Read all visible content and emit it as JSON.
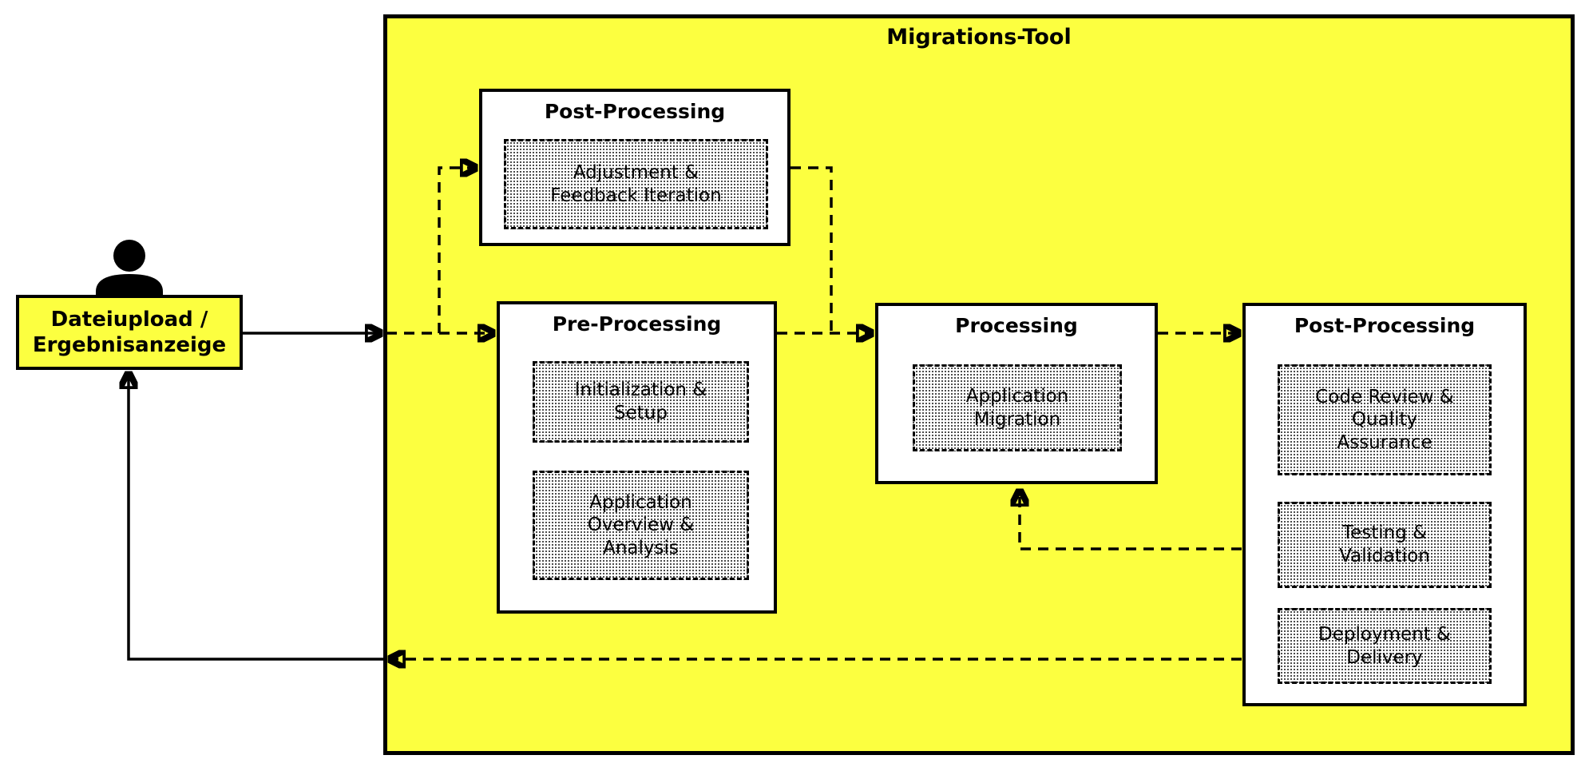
{
  "diagram_title": "Migrations-Tool",
  "actor": {
    "icon": "person-icon",
    "label": "Dateiupload /\nErgebnisanzeige"
  },
  "stages": {
    "post_top": {
      "title": "Post-Processing",
      "tasks": [
        "Adjustment &\nFeedback Iteration"
      ]
    },
    "pre": {
      "title": "Pre-Processing",
      "tasks": [
        "Initialization &\nSetup",
        "Application\nOverview &\nAnalysis"
      ]
    },
    "processing": {
      "title": "Processing",
      "tasks": [
        "Application\nMigration"
      ]
    },
    "post_right": {
      "title": "Post-Processing",
      "tasks": [
        "Code Review &\nQuality\nAssurance",
        "Testing &\nValidation",
        "Deployment &\nDelivery"
      ]
    }
  },
  "colors": {
    "container_fill": "#FCFF40",
    "actor_fill": "#FCFF40",
    "stage_fill": "#FFFFFF",
    "line_color": "#000000"
  }
}
